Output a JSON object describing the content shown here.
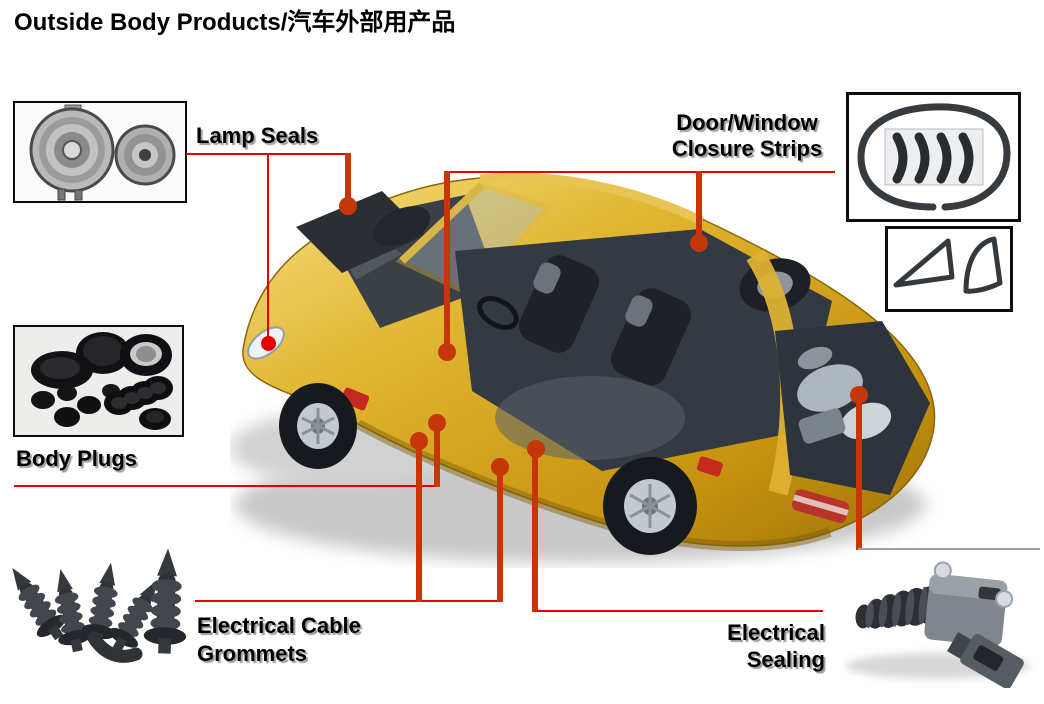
{
  "title": "Outside Body Products/汽车外部用产品",
  "colors": {
    "connector_thin": "#e80000",
    "connector_thick": "#c53708",
    "gray_line": "#9f9f9f",
    "label_text": "#000000",
    "box_border": "#0d0d0d",
    "background": "#ffffff"
  },
  "callouts": {
    "lamp_seals": {
      "label": "Lamp Seals"
    },
    "door_window": {
      "line1": "Door/Window",
      "line2": "Closure Strips"
    },
    "body_plugs": {
      "label": "Body Plugs"
    },
    "cable_grommets": {
      "line1": "Electrical Cable",
      "line2": "Grommets"
    },
    "electrical_sealing": {
      "line1": "Electrical",
      "line2": "Sealing"
    }
  },
  "images": {
    "car": "gold-porsche-cutaway-illustration",
    "lamp_seals": "two-round-lamp-seals-photo",
    "door_seal_loop": "door-closure-strip-loop-with-cross-sections",
    "window_frames": "two-triangular-window-seal-frames",
    "body_plugs": "assorted-black-rubber-body-plugs",
    "cable_grommets": "rubber-electrical-cable-grommets",
    "electrical_sealing": "electrical-sealing-grommet-with-actuator"
  }
}
